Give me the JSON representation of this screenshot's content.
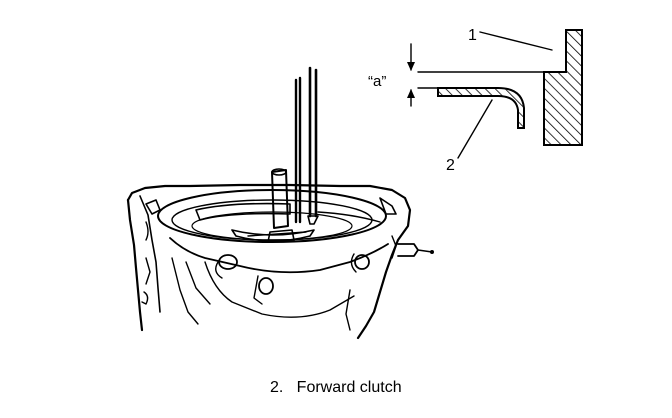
{
  "figure": {
    "caption": "2.   Forward clutch",
    "callouts": {
      "label_1": "1",
      "label_2": "2",
      "dimension_a": "“a”"
    }
  },
  "colors": {
    "ink": "#000000",
    "paper": "#ffffff"
  }
}
